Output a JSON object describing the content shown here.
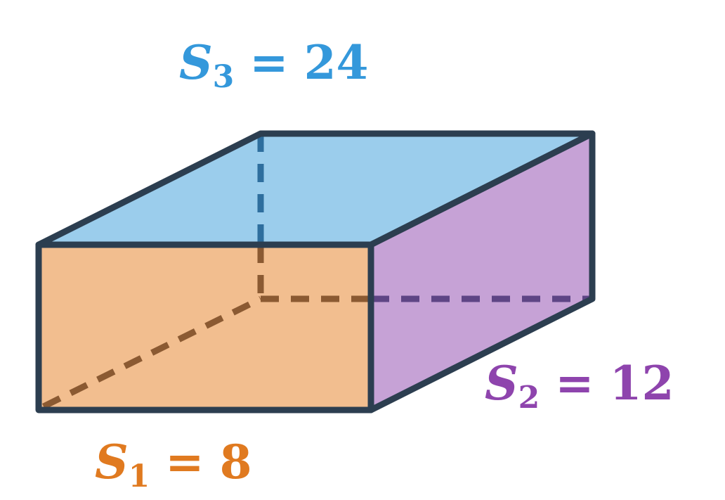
{
  "colors": {
    "front_face": "#F2BE8F",
    "top_face": "#9BCDEC",
    "side_face": "#C6A2D6",
    "edge": "#2C3E50",
    "hidden_front": "#8B5A32",
    "hidden_top": "#2E6E9E",
    "hidden_side": "#5E4585",
    "s1_label": "#E07A20",
    "s2_label": "#8E44AD",
    "s3_label": "#3498DB"
  },
  "labels": {
    "s1": {
      "var": "S",
      "sub": "1",
      "eq": "=",
      "value": "8"
    },
    "s2": {
      "var": "S",
      "sub": "2",
      "eq": "=",
      "value": "12"
    },
    "s3": {
      "var": "S",
      "sub": "3",
      "eq": "=",
      "value": "24"
    }
  }
}
